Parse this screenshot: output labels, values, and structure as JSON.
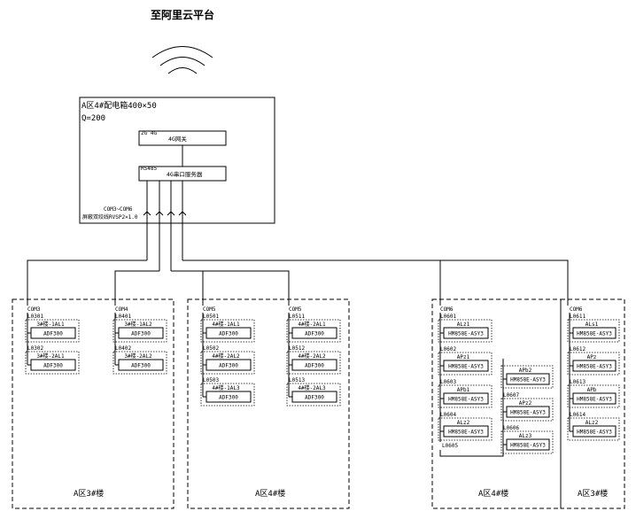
{
  "title": "至阿里云平台",
  "cabinet": {
    "name": "A区4#配电箱400×50",
    "sub": "Q=200",
    "device_top_tag": "2G 4G",
    "device_top": "4G网关",
    "device_mid_tag": "RS485",
    "device_mid": "4G串口服务器",
    "com_label": "COM3~COM6",
    "cable_label": "屏蔽双绞线RVSP2×1.0"
  },
  "zones": [
    {
      "label": "A区3#楼",
      "columns": [
        {
          "com": "COM3",
          "meters": [
            {
              "loop": "L0301",
              "name": "3#楼-1AL1",
              "model": "ADF300"
            },
            {
              "loop": "L0302",
              "name": "3#楼-2AL1",
              "model": "ADF300"
            }
          ]
        },
        {
          "com": "COM4",
          "meters": [
            {
              "loop": "L0401",
              "name": "3#楼-1AL2",
              "model": "ADF300"
            },
            {
              "loop": "L0402",
              "name": "3#楼-2AL2",
              "model": "ADF300"
            }
          ]
        }
      ]
    },
    {
      "label": "A区4#楼",
      "columns": [
        {
          "com": "COM5",
          "meters": [
            {
              "loop": "L0501",
              "name": "4#楼-1AL1",
              "model": "ADF300"
            },
            {
              "loop": "L0502",
              "name": "4#楼-2AL2",
              "model": "ADF300"
            },
            {
              "loop": "L0503",
              "name": "4#楼-1AL3",
              "model": "ADF300"
            }
          ]
        },
        {
          "com": "COM5",
          "meters": [
            {
              "loop": "L0511",
              "name": "4#楼-2AL1",
              "model": "ADF300"
            },
            {
              "loop": "L0512",
              "name": "4#楼-2AL2",
              "model": "ADF300"
            },
            {
              "loop": "L0513",
              "name": "4#楼-2AL3",
              "model": "ADF300"
            }
          ]
        }
      ]
    },
    {
      "label": "A区4#楼",
      "columns": [
        {
          "com": "COM6",
          "meters": [
            {
              "loop": "L0601",
              "name": "ALz1",
              "model": "HM858E-ASY3"
            },
            {
              "loop": "L0602",
              "name": "APz1",
              "model": "HM858E-ASY3"
            },
            {
              "loop": "L0603",
              "name": "APb1",
              "model": "HM858E-ASY3"
            },
            {
              "loop": "L0604",
              "name": "ALz2",
              "model": "HM858E-ASY3"
            }
          ],
          "end": "L0605"
        },
        {
          "com": "",
          "meters": [
            {
              "loop": "",
              "name": "APb2",
              "model": "HM858E-ASY3"
            },
            {
              "loop": "L0607",
              "name": "APz2",
              "model": "HM858E-ASY3"
            },
            {
              "loop": "L0606",
              "name": "ALz3",
              "model": "HM858E-ASY3"
            }
          ]
        }
      ]
    },
    {
      "label": "A区3#楼",
      "columns": [
        {
          "com": "COM6",
          "meters": [
            {
              "loop": "L0611",
              "name": "ALs1",
              "model": "HM858E-ASY3"
            },
            {
              "loop": "L0612",
              "name": "APz",
              "model": "HM858E-ASY3"
            },
            {
              "loop": "L0613",
              "name": "APb",
              "model": "HM858E-ASY3"
            },
            {
              "loop": "L0614",
              "name": "ALz2",
              "model": "HM858E-ASY3"
            }
          ]
        }
      ]
    }
  ]
}
